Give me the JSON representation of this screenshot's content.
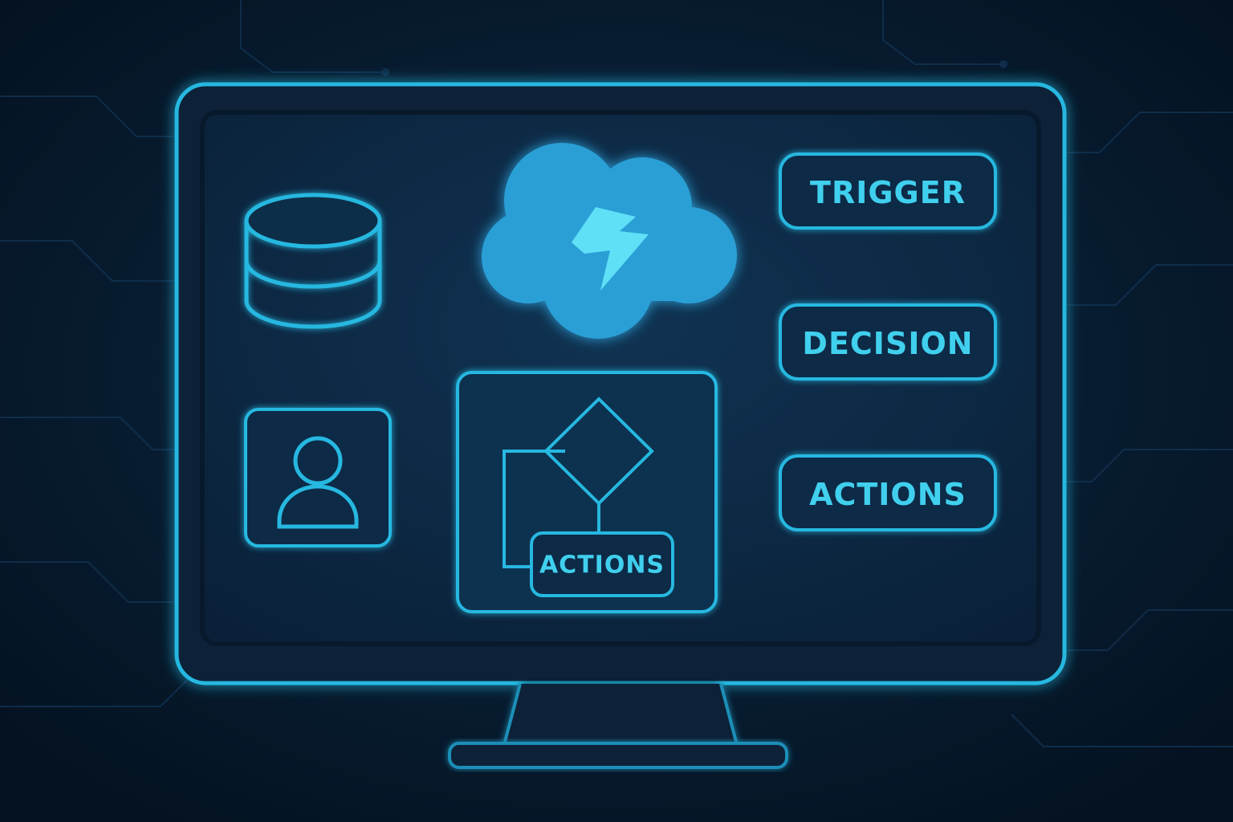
{
  "colors": {
    "background": "#061a2e",
    "screen": "#0b2740",
    "neon": "#27b8e0",
    "neon_bright": "#3fd0ee",
    "cloud": "#2a9fd6",
    "bolt": "#5ee0f7"
  },
  "flow": {
    "trigger_label": "TRIGGER",
    "decision_label": "DECISION",
    "actions_label": "ACTIONS"
  },
  "process": {
    "actions_label": "ACTIONS"
  },
  "icons": {
    "database": "database-icon",
    "cloud": "cloud-icon",
    "lightning": "lightning-icon",
    "user": "user-icon",
    "flowchart": "flowchart-icon"
  }
}
